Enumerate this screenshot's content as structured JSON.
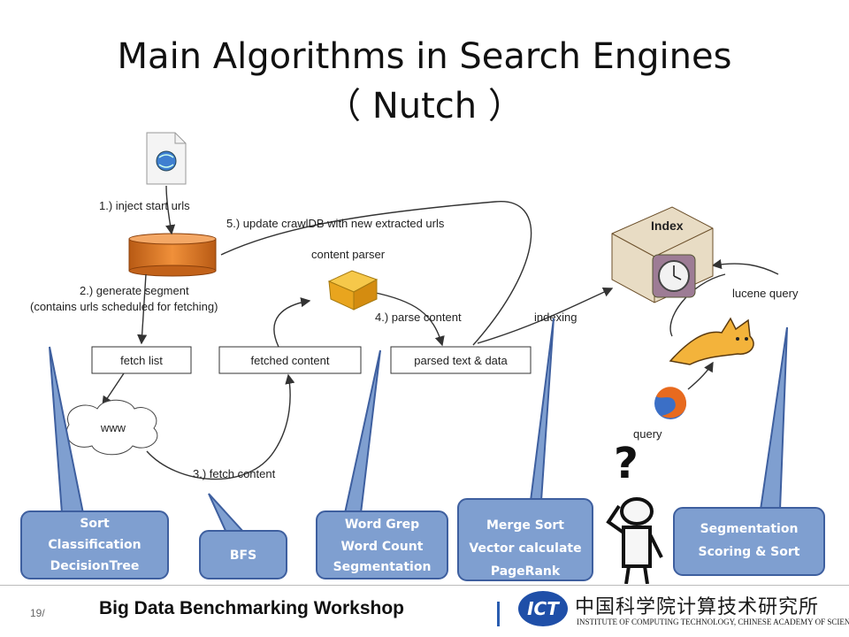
{
  "title": {
    "line1": "Main Algorithms in Search Engines",
    "line2": "（ Nutch ）"
  },
  "diagram": {
    "steps": {
      "inject": "1.) inject start urls",
      "update": "5.) update crawlDB with new extracted urls",
      "generate_1": "2.) generate segment",
      "generate_2": "(contains urls scheduled for fetching)",
      "content_parser": "content parser",
      "parse": "4.) parse content",
      "indexing": "indexing",
      "index": "Index",
      "lucene_query": "lucene query",
      "query": "query",
      "fetch_content": "3.) fetch content"
    },
    "boxes": {
      "fetch_list": "fetch list",
      "fetched_content": "fetched content",
      "parsed": "parsed text & data",
      "www": "www"
    }
  },
  "callouts": {
    "c1": [
      "Sort",
      "Classification",
      "DecisionTree"
    ],
    "c2": [
      "BFS"
    ],
    "c3": [
      "Word Grep",
      "Word Count",
      "Segmentation"
    ],
    "c4": [
      "Merge Sort",
      "Vector calculate",
      "PageRank"
    ],
    "c5": [
      "Segmentation",
      "Scoring & Sort"
    ]
  },
  "question_mark": "?",
  "footer": {
    "page": "19/",
    "title": "Big Data Benchmarking Workshop",
    "logo": "ICT",
    "institute_cn": "中国科学院计算技术研究所",
    "institute_en": "INSTITUTE OF COMPUTING TECHNOLOGY, CHINESE ACADEMY OF SCIENCES"
  },
  "colors": {
    "callout_fill": "#7f9fd0",
    "callout_stroke": "#3e5f9f",
    "db_fill": "#e07a25",
    "accent": "#2a5db0"
  }
}
